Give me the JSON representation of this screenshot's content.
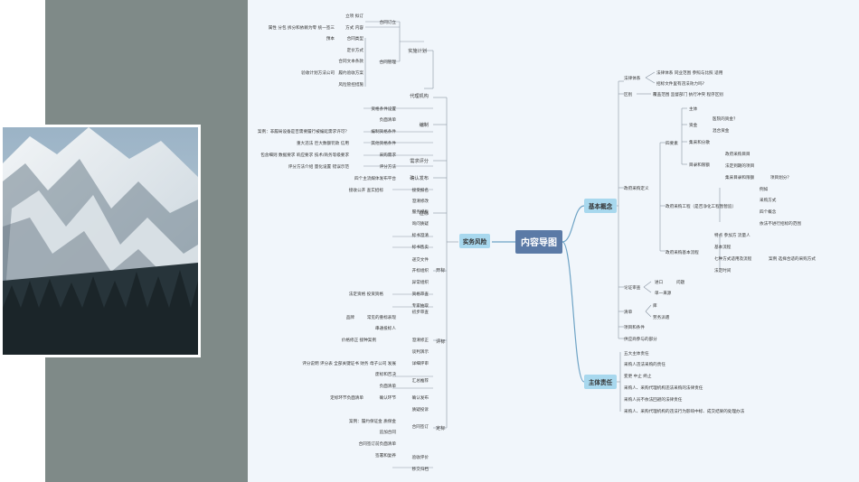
{
  "central": "内容导图",
  "colors": {
    "central": "#5b7aa6",
    "branch": "#a8d8ee",
    "band": "#7f8a88",
    "canvas": "#f1f6fb"
  },
  "branches": {
    "practice": "实务风险",
    "basic": "基本概念",
    "subject": "主体责任"
  },
  "left": {
    "plan": {
      "label": "实施计划",
      "contract_order": {
        "label": "合同订立",
        "items": [
          "立项 拟订",
          "属性 分包 拆分和依赖为零 统一签三",
          "方式 内容"
        ]
      },
      "contract_mgmt": {
        "label": "合同管理",
        "items": [
          "预本",
          "合同类型",
          "定价方式",
          "合同文本条款",
          "验收计划方法公司",
          "履约验收方案",
          "风险管控措施"
        ]
      }
    },
    "agent": "代理机构",
    "prep": {
      "label": "编制",
      "items": [
        "资格条件设置",
        "负面清单",
        "案例：非履局设备是否需要履行被编延需求许可？",
        "编制资格条件",
        "重大违法 巨大数额罚款 信用",
        "其他资格条件"
      ]
    },
    "eval": {
      "label": "需求评分",
      "items": [
        "包含细则 数据要求 响应要求 技术/商务等级要求",
        "采购需求",
        "评分方法介绍 量化设置 错误示范",
        "评分方法"
      ]
    },
    "confirm": "确认发布",
    "release": "四个主流媒体发布平台",
    "notice": {
      "label": "征标",
      "items": [
        "接受报名",
        "接收公开 查实招标",
        "澄清修改",
        "服务模板",
        "询问质疑",
        "标书澄清",
        "标书售卖"
      ]
    },
    "open": {
      "label": "开标",
      "items": [
        "递交文件",
        "开标组织",
        "异常组织",
        "法定资格 投资资格",
        "资格审查",
        "专家抽取"
      ]
    },
    "review": {
      "label": "评标",
      "items": [
        "品牌",
        "常见的重标表现",
        "串通投标人",
        "初步审查",
        "价格修正 接种案例",
        "澄清修正",
        "谈判演示",
        "评分说明 评分表 全部关键证书 财务 母子公司 发展",
        "详细评审",
        "废标和否决",
        "负面清单",
        "汇总推荐"
      ]
    },
    "award": {
      "label": "定标",
      "items": [
        "定标环节负面清单",
        "确认环节",
        "确认发布",
        "质疑投诉",
        "案例：履约保证金 质保金",
        "追加合同",
        "合同签订前负面清单",
        "签署和复养",
        "合同签订",
        "验收评价",
        "移交归档"
      ]
    }
  },
  "right": {
    "law": {
      "label": "法律体系",
      "items": [
        "法律体系 同业范围 参照与比照 适用",
        "招标文件里有违法效力吗?"
      ]
    },
    "scope": {
      "label": "区别",
      "item": "覆盖范围 监督部门 执行冲突 程序区别"
    },
    "gov": {
      "label": "政府采购定义",
      "elements": {
        "label": "四要素",
        "subject": "主体",
        "funds": "资金",
        "funds_items": [
          "医院的资金？",
          "混合资金"
        ],
        "catalog": "集采和分散",
        "limit": "目录和限额",
        "limit_items": [
          "政府采购目目",
          "法定到期的项目",
          "集采目录和限额",
          "项目划分？"
        ]
      },
      "engineering": {
        "label": "政府采购工程（是否净化工程暂暂追）",
        "items": [
          "例如",
          "采购方式",
          "四个概念",
          "依法不进行招标的范围"
        ]
      },
      "model": {
        "label": "政府采购基本流程",
        "items": [
          "特点 参加方 流量人",
          "基本流程",
          "七种方式适用及流程",
          "案例 选择合适的采购方式",
          "法定时间"
        ]
      }
    },
    "review": {
      "label": "论证审查",
      "items": [
        "进口",
        "问题",
        "单一来源"
      ]
    },
    "list": {
      "label": "清单",
      "items": [
        "库",
        "劳务派遣"
      ]
    },
    "other": [
      "项目和条件",
      "供应商参与的部分"
    ],
    "duty": {
      "items": [
        "五大主体责任",
        "采购人违法采购的责任",
        "变更 中止 终止",
        "采购人、采购代理机构违法采购的法律责任",
        "采购人员不依法回避的法律责任",
        "采购人、采购代理机构的违法行为影响中标、成交结果的处理办法"
      ]
    }
  }
}
